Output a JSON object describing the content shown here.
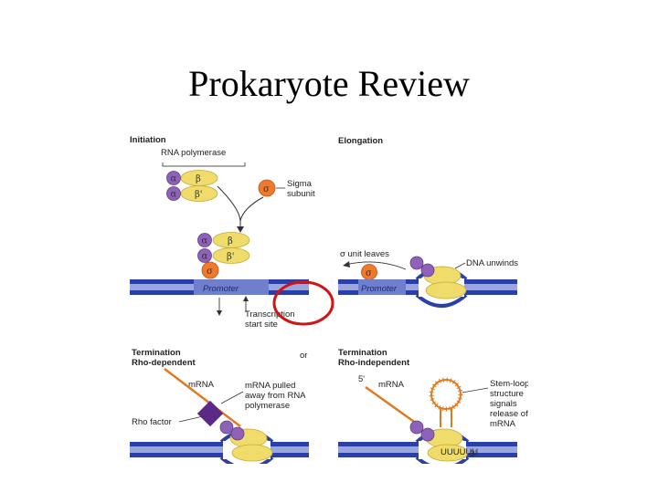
{
  "title": "Prokaryote Review",
  "diagram": {
    "initiation": {
      "heading": "Initiation",
      "rna_polymerase": "RNA polymerase",
      "alpha": "α",
      "beta": "β",
      "beta_prime": "β'",
      "sigma": "σ",
      "sigma_subunit_line1": "Sigma",
      "sigma_subunit_line2": "subunit",
      "promoter": "Promoter",
      "tss_line1": "Transcription",
      "tss_line2": "start site"
    },
    "elongation": {
      "heading": "Elongation",
      "sigma_leaves": "σ unit leaves",
      "dna_unwinds": "DNA unwinds",
      "promoter": "Promoter",
      "sigma": "σ"
    },
    "or_label": "or",
    "rho_dependent": {
      "heading_line1": "Termination",
      "heading_line2": "Rho-dependent",
      "mrna": "mRNA",
      "pulled_line1": "mRNA pulled",
      "pulled_line2": "away from RNA",
      "pulled_line3": "polymerase",
      "rho_factor": "Rho factor"
    },
    "rho_independent": {
      "heading_line1": "Termination",
      "heading_line2": "Rho-independent",
      "five_prime": "5'",
      "mrna": "mRNA",
      "stem_line1": "Stem-loop",
      "stem_line2": "structure",
      "stem_line3": "signals",
      "stem_line4": "release of",
      "stem_line5": "mRNA",
      "poly_u": "UUUUUU",
      "three_prime": "3'"
    },
    "colors": {
      "dna": "#2a3fa8",
      "alpha": "#8e62b8",
      "beta": "#f0dc6a",
      "sigma": "#f07a2a",
      "rho": "#5a2a86",
      "mrna": "#e07a20",
      "highlight_ring": "#d01414"
    }
  }
}
